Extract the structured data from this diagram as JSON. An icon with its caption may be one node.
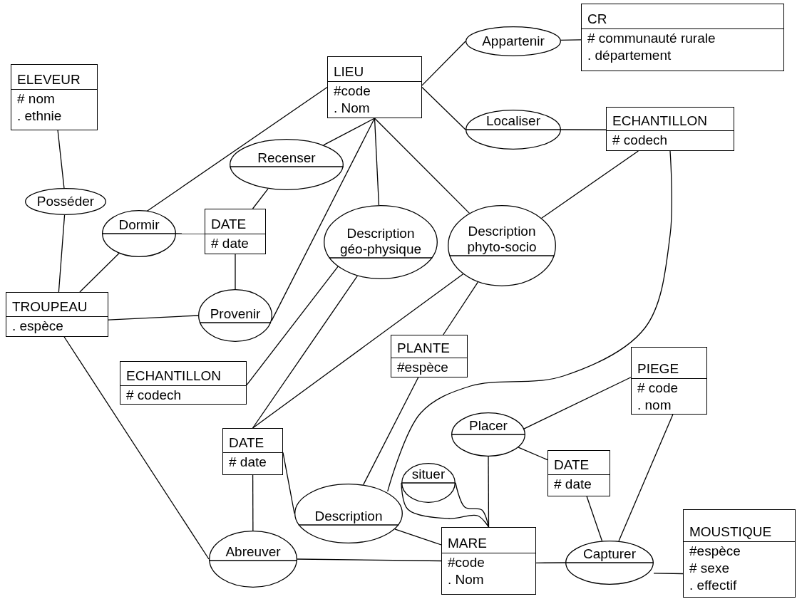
{
  "diagram": {
    "nodes": [
      {
        "text": [
          "CR",
          "# communauté rurale",
          ". département"
        ]
      },
      {
        "text": [
          "ELEVEUR",
          "# nom",
          ". ethnie"
        ]
      },
      {
        "text": [
          "LIEU",
          "#code",
          ". Nom"
        ]
      },
      {
        "text": [
          "ECHANTILLON",
          "# codech"
        ]
      },
      {
        "text": [
          "DATE",
          "# date"
        ]
      },
      {
        "text": [
          "TROUPEAU",
          ". espèce"
        ]
      },
      {
        "text": [
          "ECHANTILLON",
          "# codech"
        ]
      },
      {
        "text": [
          "PLANTE",
          "#espèce"
        ]
      },
      {
        "text": [
          "PIEGE",
          "# code",
          ". nom"
        ]
      },
      {
        "text": [
          "DATE",
          "# date"
        ]
      },
      {
        "text": [
          "DATE",
          "# date"
        ]
      },
      {
        "text": [
          "MARE",
          "#code",
          ". Nom"
        ]
      },
      {
        "text": [
          "MOUSTIQUE",
          "#espèce",
          "# sexe",
          ". effectif"
        ]
      },
      {
        "text": [
          "Appartenir"
        ]
      },
      {
        "text": [
          "Localiser"
        ]
      },
      {
        "text": [
          "Recenser"
        ]
      },
      {
        "text": [
          "Posséder"
        ]
      },
      {
        "text": [
          "Dormir"
        ]
      },
      {
        "text": [
          "Description géo-physique"
        ]
      },
      {
        "text": [
          "Description phyto-socio"
        ]
      },
      {
        "text": [
          "Provenir"
        ]
      },
      {
        "text": [
          "Placer"
        ]
      },
      {
        "text": [
          "situer"
        ]
      },
      {
        "text": [
          "Description"
        ]
      },
      {
        "text": [
          "Abreuver"
        ]
      },
      {
        "text": [
          "Capturer"
        ]
      }
    ],
    "edges": [
      {
        "from": 13,
        "to": 2,
        "arrow": "none"
      },
      {
        "from": 13,
        "to": 0,
        "arrow": "none"
      },
      {
        "from": 14,
        "to": 2,
        "arrow": "none"
      },
      {
        "from": 14,
        "to": 3,
        "arrow": "none"
      },
      {
        "from": 1,
        "to": 16,
        "arrow": "none"
      },
      {
        "from": 16,
        "to": 5,
        "arrow": "none"
      },
      {
        "from": 17,
        "to": 2,
        "arrow": "none"
      },
      {
        "from": 17,
        "to": 5,
        "arrow": "none"
      },
      {
        "from": 17,
        "to": 4,
        "arrow": "none"
      },
      {
        "from": 15,
        "to": 2,
        "arrow": "none"
      },
      {
        "from": 15,
        "to": 4,
        "arrow": "none"
      },
      {
        "from": 18,
        "to": 2,
        "arrow": "none"
      },
      {
        "from": 19,
        "to": 2,
        "arrow": "none"
      },
      {
        "from": 20,
        "to": 2,
        "arrow": "none"
      },
      {
        "from": 20,
        "to": 4,
        "arrow": "none"
      },
      {
        "from": 20,
        "to": 5,
        "arrow": "none"
      },
      {
        "from": 19,
        "to": 3,
        "arrow": "none"
      },
      {
        "from": 18,
        "to": 6,
        "arrow": "none"
      },
      {
        "from": 18,
        "to": 9,
        "arrow": "none"
      },
      {
        "from": 19,
        "to": 9,
        "arrow": "none"
      },
      {
        "from": 19,
        "to": 7,
        "arrow": "none"
      },
      {
        "from": 7,
        "to": 23,
        "arrow": "none"
      },
      {
        "from": 3,
        "to": 23,
        "arrow": "none"
      },
      {
        "from": 5,
        "to": 24,
        "arrow": "none"
      },
      {
        "from": 9,
        "to": 24,
        "arrow": "none"
      },
      {
        "from": 9,
        "to": 23,
        "arrow": "none"
      },
      {
        "from": 23,
        "to": 11,
        "arrow": "none"
      },
      {
        "from": 24,
        "to": 11,
        "arrow": "none"
      },
      {
        "from": 21,
        "to": 8,
        "arrow": "none"
      },
      {
        "from": 21,
        "to": 10,
        "arrow": "none"
      },
      {
        "from": 21,
        "to": 11,
        "arrow": "none"
      },
      {
        "from": 22,
        "to": 11,
        "arrow": "none"
      },
      {
        "from": 22,
        "to": 11,
        "arrow": "none"
      },
      {
        "from": 10,
        "to": 25,
        "arrow": "none"
      },
      {
        "from": 8,
        "to": 25,
        "arrow": "none"
      },
      {
        "from": 25,
        "to": 11,
        "arrow": "none"
      },
      {
        "from": 25,
        "to": 12,
        "arrow": "none"
      }
    ]
  }
}
